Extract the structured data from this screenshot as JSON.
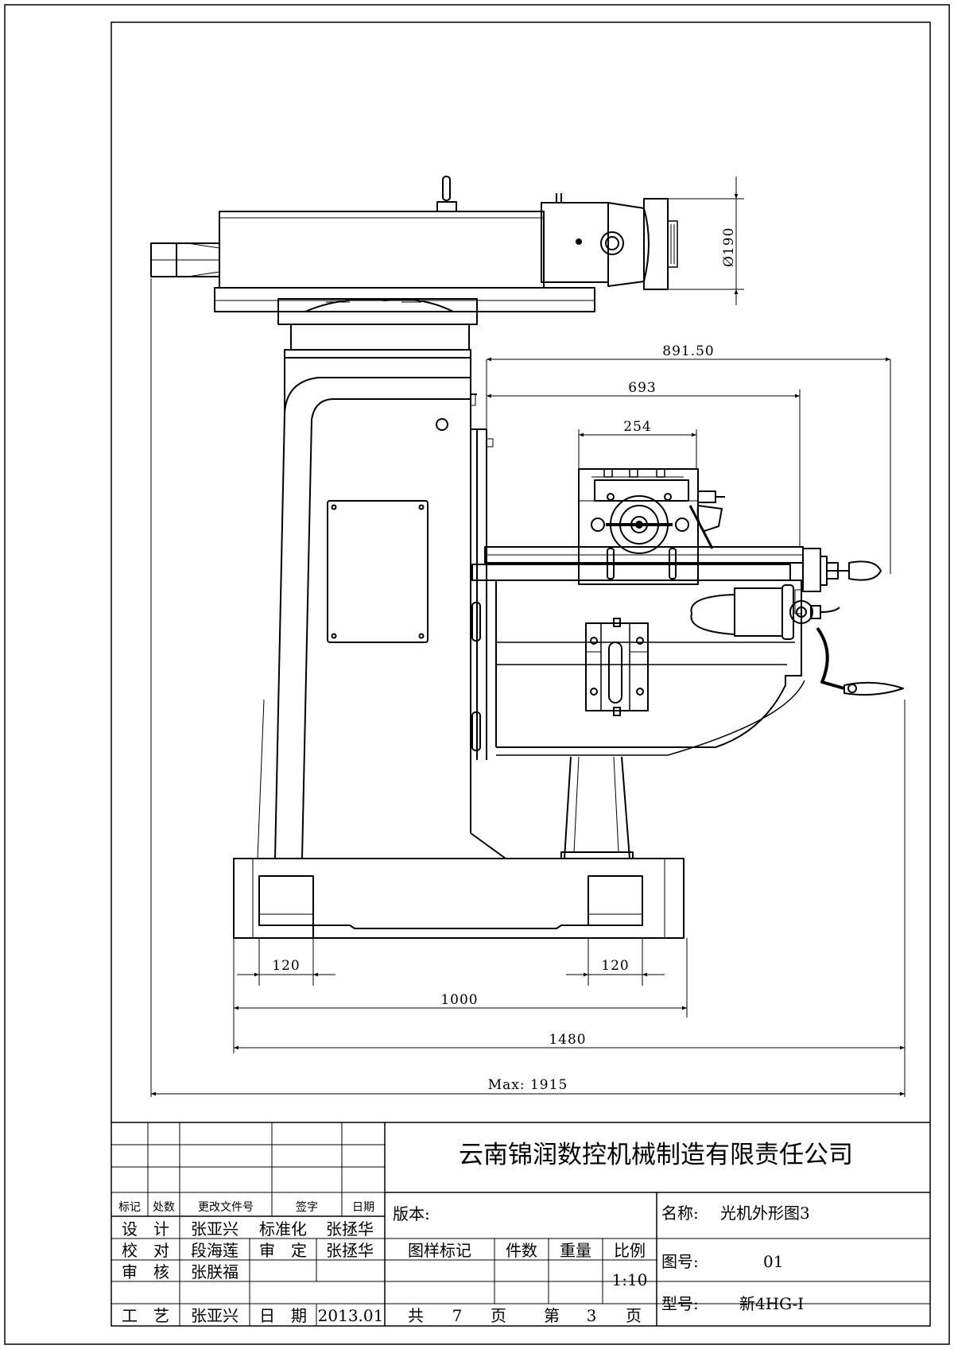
{
  "dimensions": {
    "spindle_dia": "Ø190",
    "reach_891": "891.50",
    "reach_693": "693",
    "vise_254": "254",
    "foot_left_120": "120",
    "foot_right_120": "120",
    "base_1000": "1000",
    "base_1480": "1480",
    "overall_max": "Max: 1915"
  },
  "title_block": {
    "company": "云南锦润数控机械制造有限责任公司",
    "revision_headers": [
      "标记",
      "处数",
      "更改文件号",
      "签字",
      "日期"
    ],
    "design_label": "设　计",
    "design_name": "张亚兴",
    "standard_label": "标准化",
    "standard_name": "张拯华",
    "proof_label": "校　对",
    "proof_name": "段海莲",
    "approve_label": "审　定",
    "approve_name": "张拯华",
    "review_label": "审　核",
    "review_name": "张朕福",
    "craft_label": "工　艺",
    "craft_name": "张亚兴",
    "date_label": "日　期",
    "date_value": "2013.01",
    "version_label": "版本:",
    "sample_mark_label": "图样标记",
    "quantity_label": "件数",
    "weight_label": "重量",
    "scale_label": "比例",
    "scale_value": "1:10",
    "total_label": "共",
    "total_pages": "7",
    "page_unit": "页",
    "current_label": "第",
    "current_page": "3",
    "page_unit2": "页",
    "name_label": "名称:",
    "name_value": "光机外形图3",
    "drawing_no_label": "图号:",
    "drawing_no_value": "01",
    "model_label": "型号:",
    "model_value": "新4HG-I"
  }
}
